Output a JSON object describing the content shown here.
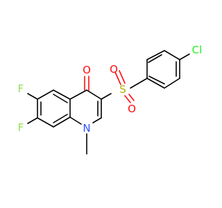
{
  "molecule": {
    "atoms": [
      {
        "id": "cl",
        "symbol": "Cl",
        "color": "#1ff01f"
      },
      {
        "id": "s",
        "symbol": "S",
        "color": "#b2b200"
      },
      {
        "id": "o_top",
        "symbol": "O",
        "color": "#ff0d0d"
      },
      {
        "id": "o_bottom",
        "symbol": "O",
        "color": "#ff0d0d"
      },
      {
        "id": "o_ketone",
        "symbol": "O",
        "color": "#ff0d0d"
      },
      {
        "id": "f6",
        "symbol": "F",
        "color": "#90e050"
      },
      {
        "id": "f7",
        "symbol": "F",
        "color": "#90e050"
      },
      {
        "id": "n1",
        "symbol": "N",
        "color": "#3050f8"
      }
    ]
  }
}
